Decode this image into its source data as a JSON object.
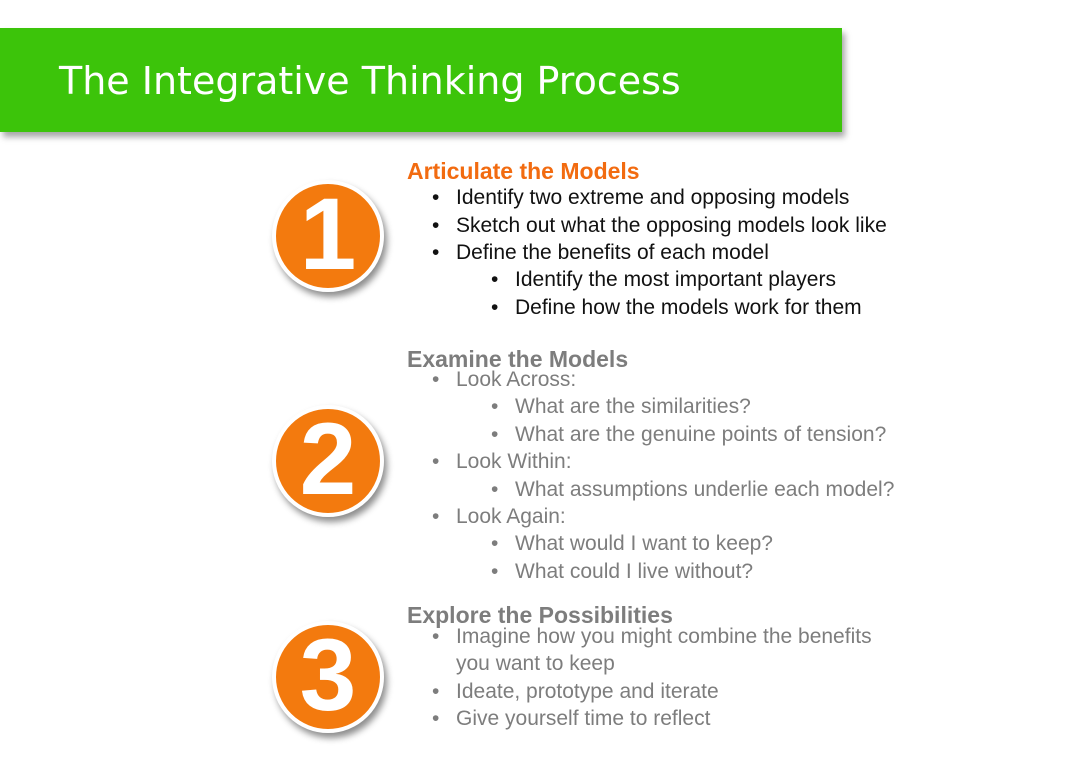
{
  "title": "The Integrative Thinking Process",
  "colors": {
    "title_bar": "#3cc40a",
    "circle": "#f37a0e",
    "active_heading": "#f26b10",
    "inactive_text": "#7d7d7d"
  },
  "bullet": "•",
  "steps": [
    {
      "number": "1",
      "heading": "Articulate the Models",
      "items": [
        "Identify two extreme and opposing models",
        "Sketch out what the opposing models look like",
        "Define the benefits of each model",
        "Identify the most important players",
        "Define how the models work for them"
      ]
    },
    {
      "number": "2",
      "heading": "Examine the Models",
      "items": [
        "Look Across:",
        "What are the similarities?",
        "What are the genuine points of tension?",
        "Look Within:",
        "What assumptions underlie each model?",
        "Look Again:",
        "What would I want to keep?",
        "What could I live without?"
      ]
    },
    {
      "number": "3",
      "heading": "Explore the Possibilities",
      "items": [
        "Imagine how you might combine the benefits",
        "you want to keep",
        "Ideate, prototype and iterate",
        "Give yourself time to reflect"
      ]
    }
  ]
}
